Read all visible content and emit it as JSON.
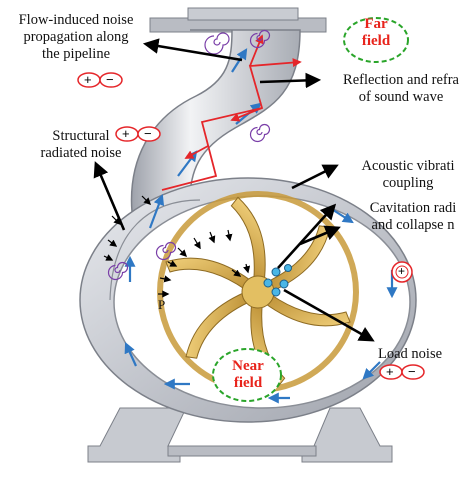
{
  "labels": {
    "flow_noise": [
      "Flow-induced noise",
      "propagation along",
      "the pipeline"
    ],
    "far_field": [
      "Far",
      "field"
    ],
    "reflection": [
      "Reflection and refra",
      "of sound wave"
    ],
    "structural": [
      "Structural",
      "radiated noise"
    ],
    "acoustic": [
      "Acoustic vibrati",
      "coupling"
    ],
    "cavitation": [
      "Cavitation radi",
      "and collapse n"
    ],
    "near_field": [
      "Near",
      "field"
    ],
    "load_noise": "Load noise",
    "pressure": "P"
  },
  "symbols": {
    "plus": "+",
    "minus": "−"
  },
  "colors": {
    "casing": "#c9ccd3",
    "impeller": "#d4a84a",
    "flow_arrow": "#2f78c4",
    "wave_arrow": "#e5262a",
    "sound_wave": "#7a3fa8",
    "highlight": "#e8231b",
    "near_far_border": "#2aa52a"
  }
}
